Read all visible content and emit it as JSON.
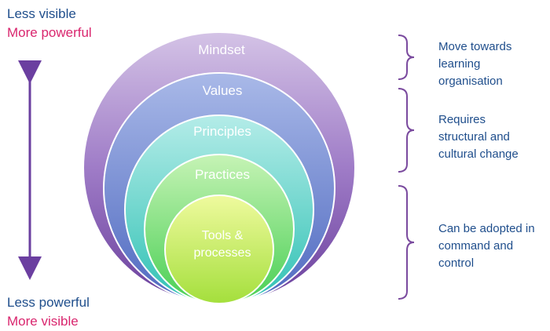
{
  "top": {
    "line1": "Less visible",
    "line2": "More powerful"
  },
  "bottom": {
    "line1": "Less powerful",
    "line2": "More visible"
  },
  "layers": [
    {
      "label": "Mindset"
    },
    {
      "label": "Values"
    },
    {
      "label": "Principles"
    },
    {
      "label": "Practices"
    },
    {
      "label": "Tools &",
      "label2": "processes"
    }
  ],
  "notes": [
    {
      "lines": [
        "Move towards",
        "learning",
        "organisation"
      ]
    },
    {
      "lines": [
        "Requires",
        "structural and",
        "cultural change"
      ]
    },
    {
      "lines": [
        "Can be adopted in",
        "command and",
        "control"
      ]
    }
  ],
  "colors": {
    "text_blue": "#1f4e8c",
    "text_pink": "#d9266e",
    "arrow_purple": "#6b3fa0",
    "bracket_purple": "#7a4a9e"
  }
}
